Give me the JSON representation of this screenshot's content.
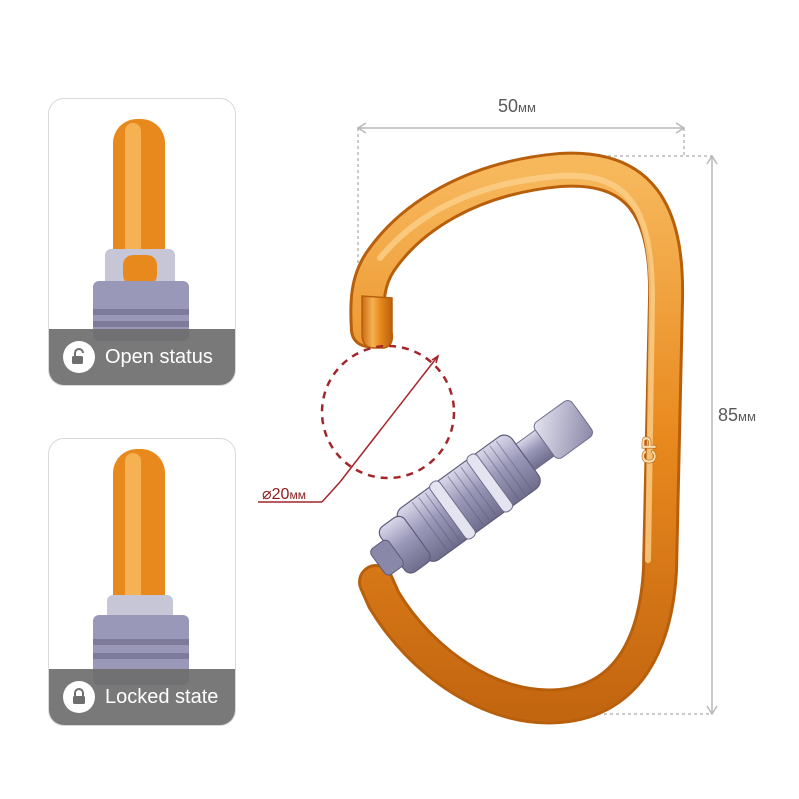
{
  "dimensions": {
    "width_label": "50",
    "height_label": "85",
    "gate_opening_label": "20",
    "unit": "мм",
    "diameter_symbol": "⌀"
  },
  "insets": {
    "open": {
      "label": "Open status",
      "icon": "unlocked-padlock-icon"
    },
    "locked": {
      "label": "Locked state",
      "icon": "locked-padlock-icon"
    }
  },
  "brand_mark": "CP",
  "colors": {
    "body_orange": "#e8891e",
    "highlight_orange": "#f6b152",
    "shadow_orange": "#b85f0c",
    "sleeve_silver": "#9a98b8",
    "dimension_gray": "#b8b8b8",
    "gate_marker_red": "#a3262a",
    "badge_gray": "#6e6e6e"
  }
}
